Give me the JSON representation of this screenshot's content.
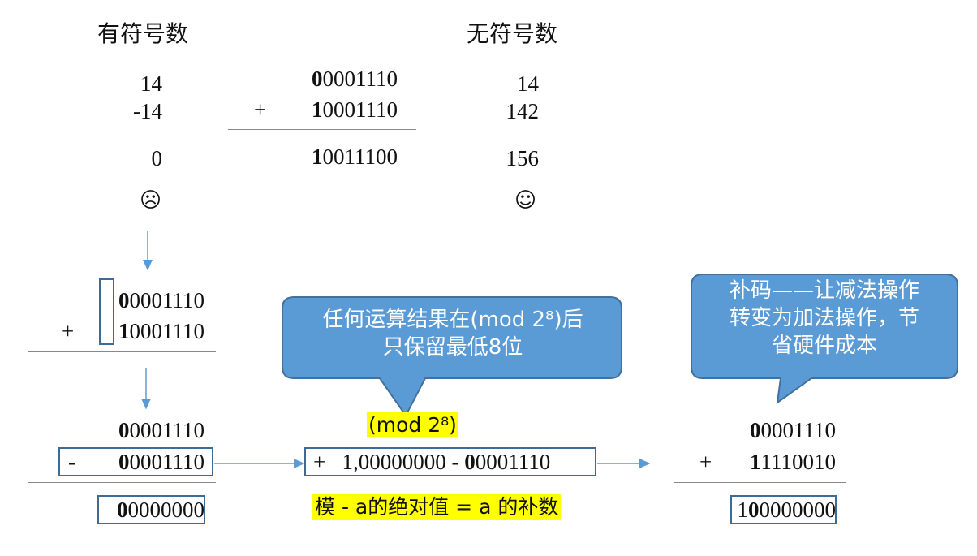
{
  "top": {
    "signed_title": "有符号数",
    "unsigned_title": "无符号数",
    "signed_values": {
      "a": "14",
      "b_sign": "-",
      "b_digits": "14",
      "result": "0"
    },
    "binary_a": {
      "lead": "0",
      "rest": "0001110"
    },
    "binary_b": {
      "op": "+",
      "lead": "1",
      "rest": "0001110"
    },
    "binary_result": {
      "lead": "1",
      "rest": "0011100"
    },
    "unsigned_values": {
      "a": "14",
      "b": "142",
      "result": "156"
    },
    "sad_face": "☹",
    "happy_face": "☺"
  },
  "middle_left": {
    "line1": {
      "lead": "0",
      "rest": "0001110"
    },
    "line2": {
      "op": "+",
      "lead": "1",
      "rest": "0001110"
    }
  },
  "bottom_left": {
    "line1": {
      "lead": "0",
      "rest": "0001110"
    },
    "line2": {
      "op": "-",
      "lead": "0",
      "rest": "0001110"
    },
    "result": {
      "lead": "0",
      "rest": "0000000"
    }
  },
  "callout_mod": {
    "line1": "任何运算结果在(mod 2⁸)后",
    "line2": "只保留最低8位"
  },
  "callout_complement": {
    "line1": "补码——让减法操作",
    "line2": "转变为加法操作，节",
    "line3": "省硬件成本"
  },
  "middle": {
    "mod_label": "(mod 2⁸)",
    "expr_op": "+",
    "expr_modulus": "1,00000000",
    "expr_minus": "-",
    "expr_lead": "0",
    "expr_rest": "0001110",
    "definition": "模 - a的绝对值 = a 的补数"
  },
  "bottom_right": {
    "line1": {
      "lead": "0",
      "rest": "0001110"
    },
    "line2": {
      "op": "+",
      "lead": "1",
      "rest": "1110010"
    },
    "result": {
      "carry": "1",
      "boxed_lead": "0",
      "boxed_rest": "0000000"
    }
  },
  "colors": {
    "callout_fill": "#5b9bd5",
    "callout_stroke": "#41719c",
    "highlight": "#ffff00",
    "box_border": "#3e6b94",
    "arrow": "#5b9bd5"
  }
}
